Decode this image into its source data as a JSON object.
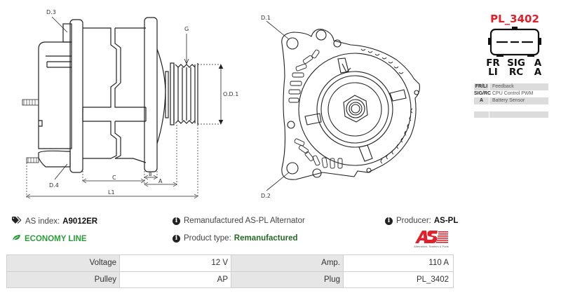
{
  "drawings": {
    "side_view": {
      "labels": {
        "d3": "D.3",
        "d4": "D.4",
        "g": "G",
        "od1": "O.D.1",
        "b": "B",
        "c": "C",
        "a": "A",
        "l1": "L1"
      }
    },
    "front_view": {
      "labels": {
        "d1": "D.1",
        "d2": "D.2"
      }
    }
  },
  "plug": {
    "title": "PL_3402",
    "pins_row1": [
      "FR",
      "SIG",
      "A"
    ],
    "pins_row2": [
      "LI",
      "RC",
      "A"
    ],
    "legend": [
      {
        "key": "FR/LI",
        "value": "Feedback"
      },
      {
        "key": "SIG/RC",
        "value": "CPU Control PWM"
      },
      {
        "key": "A",
        "value": "Battery Sensor"
      }
    ]
  },
  "info": {
    "as_index_label": "AS index:",
    "as_index_value": "A9012ER",
    "economy_line": "ECONOMY LINE",
    "description": "Remanufactured AS-PL Alternator",
    "product_type_label": "Product type:",
    "product_type_value": "Remanufactured",
    "producer_label": "Producer:",
    "producer_value": "AS-PL",
    "logo_text": "AS",
    "logo_tagline": "Alternators, Starters & Parts"
  },
  "specs": [
    {
      "label": "Voltage",
      "value": "12 V",
      "label2": "Amp.",
      "value2": "110 A"
    },
    {
      "label": "Pulley",
      "value": "AP",
      "label2": "Plug",
      "value2": "PL_3402"
    }
  ],
  "colors": {
    "accent_red": "#e0202a",
    "economy_green": "#2a9d3a",
    "product_type_green": "#236b26",
    "table_label_bg": "#e6e6e6"
  }
}
